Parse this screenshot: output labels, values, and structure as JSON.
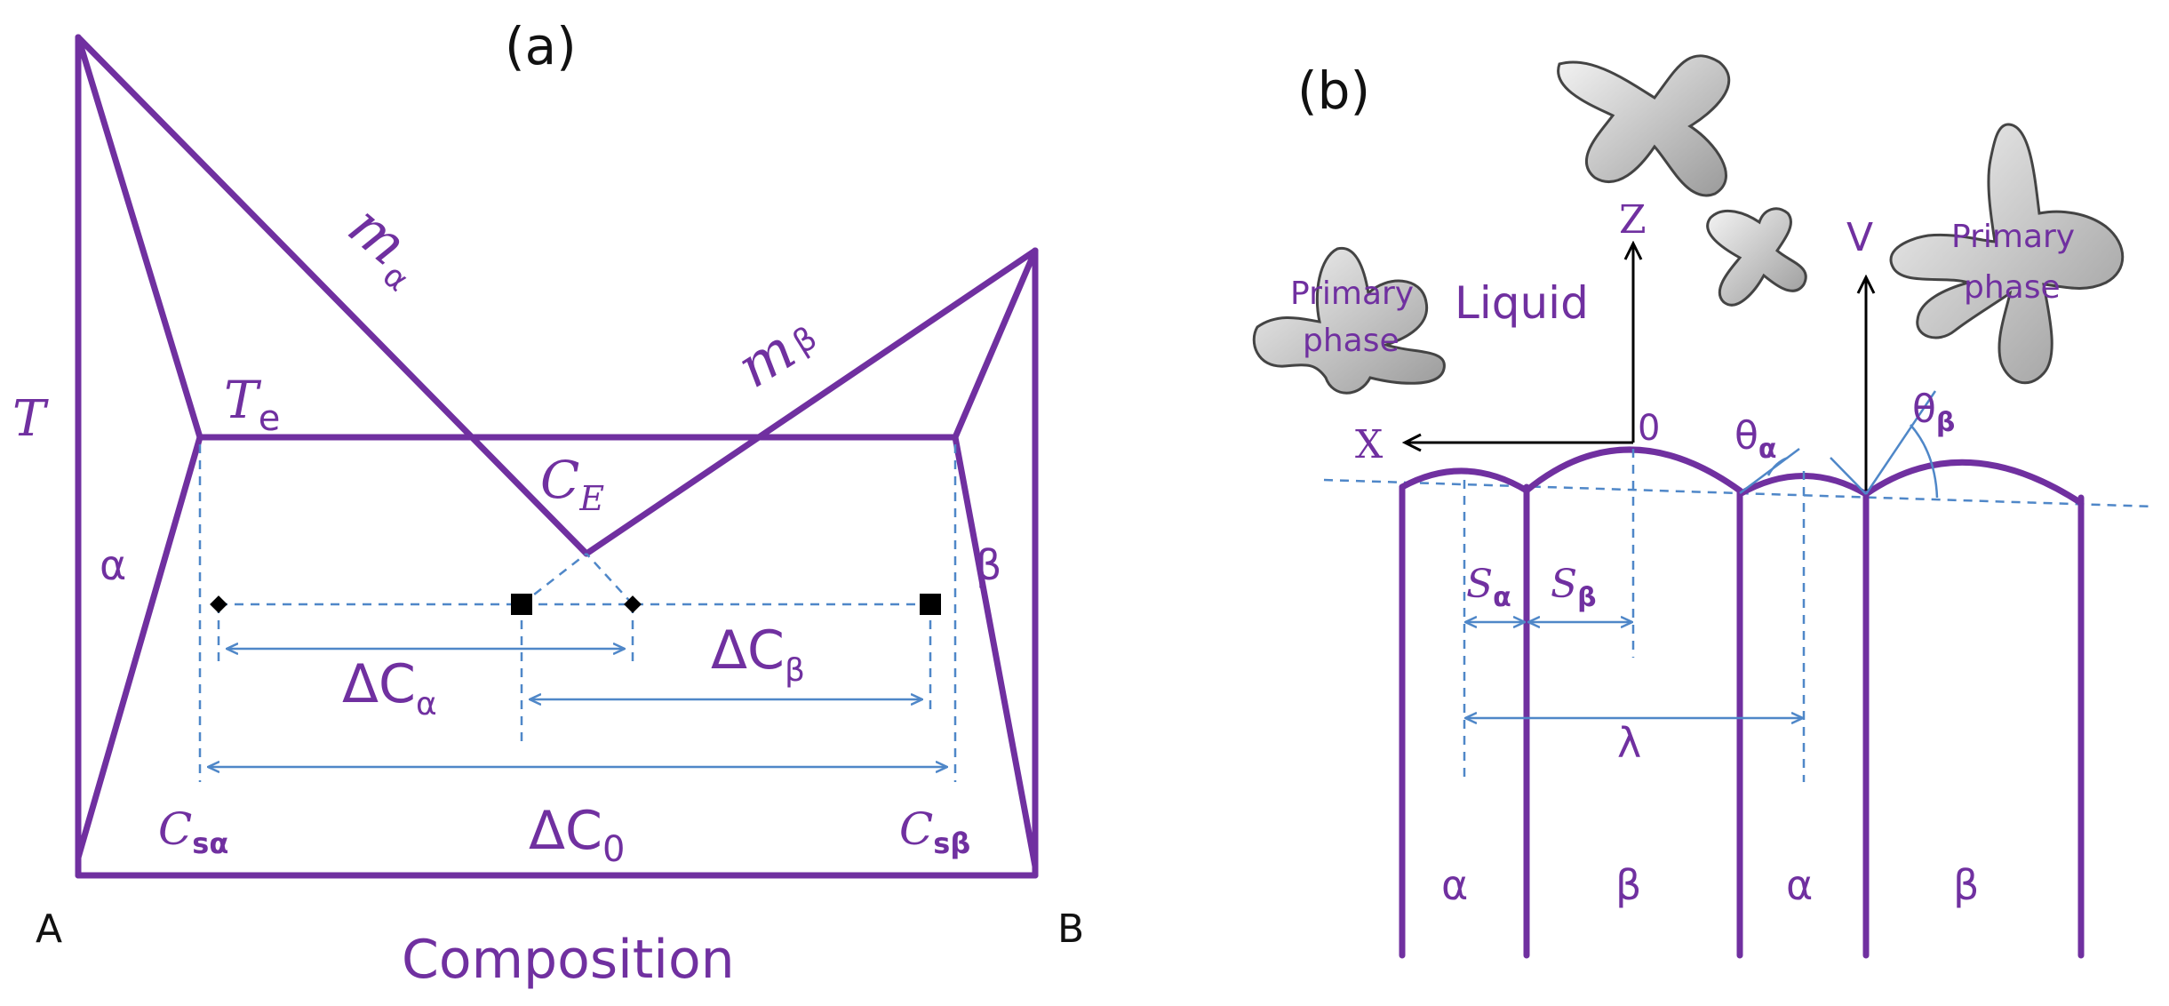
{
  "panel_a": {
    "label": "(a)",
    "y_axis": "T",
    "x_axis": "Composition",
    "corner_a": "A",
    "corner_b": "B",
    "alpha": "α",
    "beta": "β",
    "te": "T",
    "te_sub": "e",
    "ce": "C",
    "ce_sub": "E",
    "m_alpha": "m",
    "m_alpha_sub": "α",
    "m_beta": "m",
    "m_beta_sub": "β",
    "delta_c_alpha": "ΔC",
    "delta_c_alpha_sub": "α",
    "delta_c_beta": "ΔC",
    "delta_c_beta_sub": "β",
    "delta_c0": "ΔC",
    "delta_c0_sub": "0",
    "cs_alpha": "C",
    "cs_alpha_sub": "sα",
    "cs_beta": "C",
    "cs_beta_sub": "sβ"
  },
  "panel_b": {
    "label": "(b)",
    "z_axis": "Z",
    "x_axis": "X",
    "v_axis": "V",
    "origin": "0",
    "liquid": "Liquid",
    "primary_phase_left_1": "Primary",
    "primary_phase_left_2": "phase",
    "primary_phase_right_1": "Primary",
    "primary_phase_right_2": "phase",
    "theta_alpha": "θ",
    "theta_alpha_sub": "α",
    "theta_beta": "θ",
    "theta_beta_sub": "β",
    "s_alpha": "S",
    "s_alpha_sub": "α",
    "s_beta": "S",
    "s_beta_sub": "β",
    "lambda": "λ",
    "phases": [
      "α",
      "β",
      "α",
      "β"
    ]
  },
  "colors": {
    "primary": "#7030A0",
    "guide": "#4f87c8",
    "axis": "#000000"
  }
}
